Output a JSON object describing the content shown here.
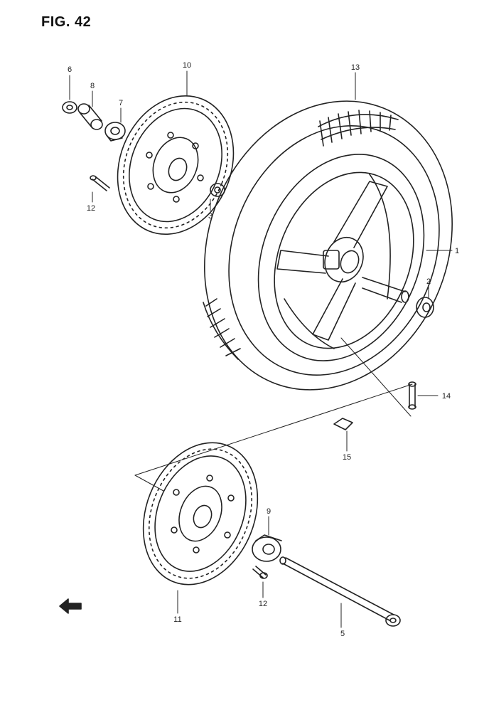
{
  "figure": {
    "title": "FIG. 42"
  },
  "callouts": {
    "c1": "1",
    "c2": "2",
    "c3": "3",
    "c5": "5",
    "c6": "6",
    "c7": "7",
    "c8": "8",
    "c9": "9",
    "c10": "10",
    "c11": "11",
    "c12a": "12",
    "c12b": "12",
    "c13": "13",
    "c14": "14",
    "c15": "15"
  },
  "colors": {
    "ink": "#222222",
    "paper": "#ffffff"
  }
}
